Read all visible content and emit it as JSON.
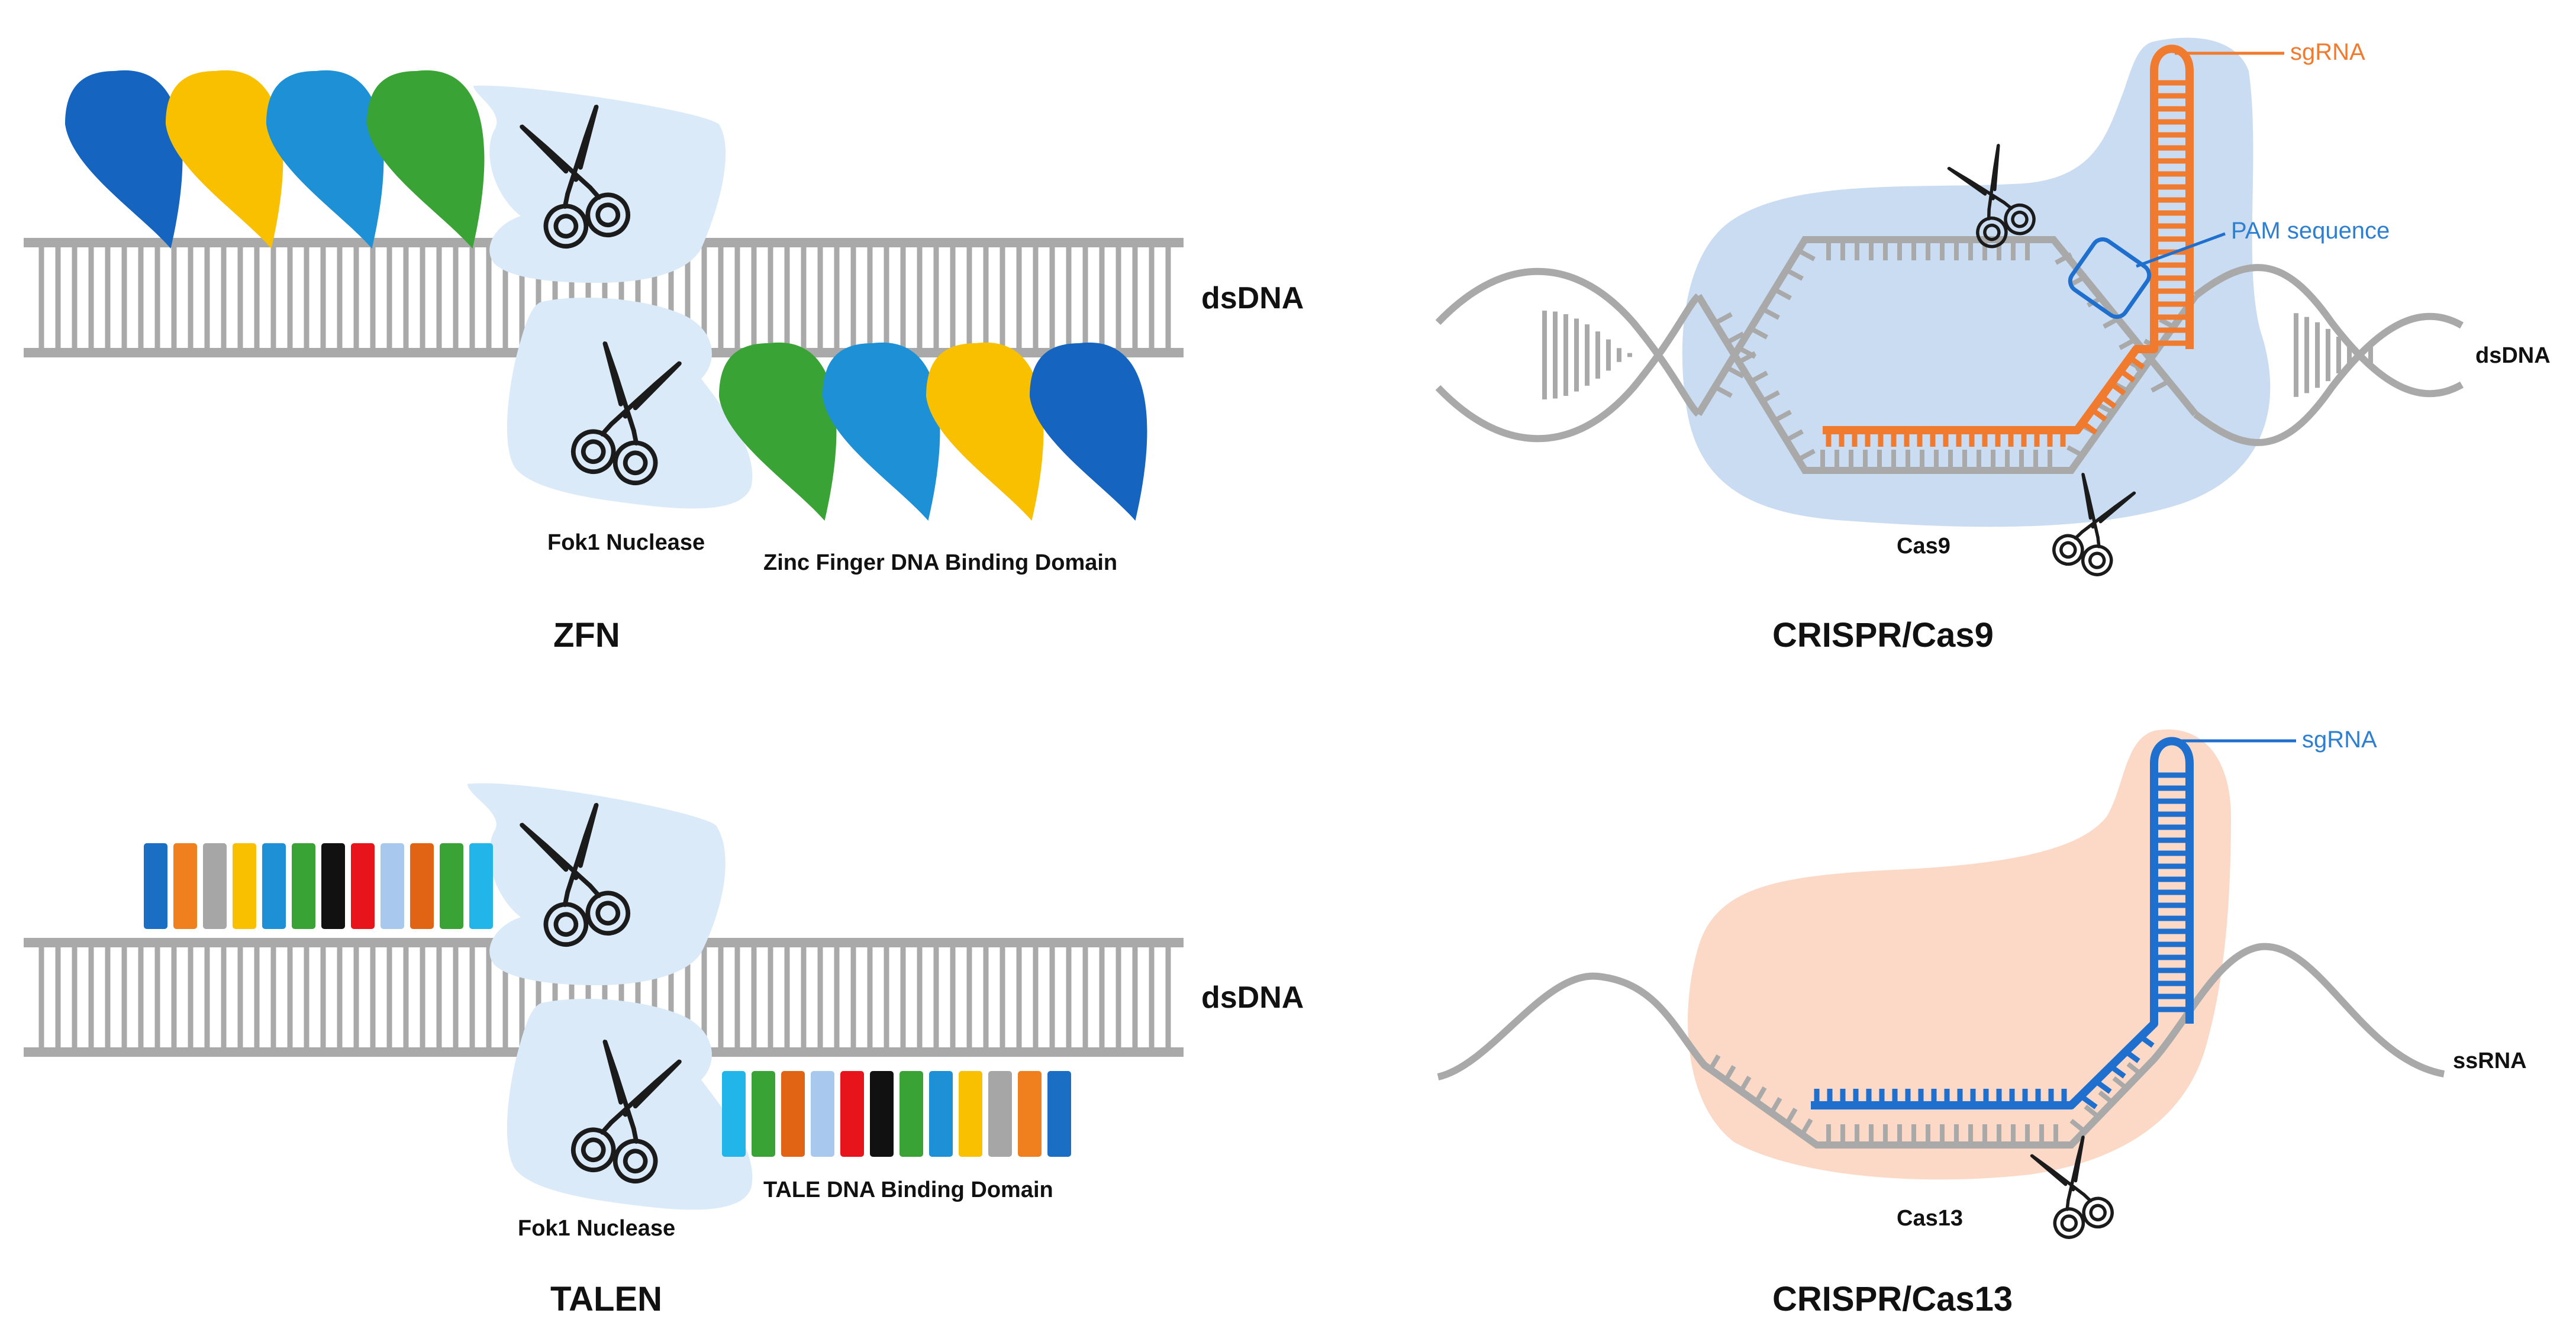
{
  "panels": {
    "zfn": {
      "title": "ZFN",
      "dna_label": "dsDNA",
      "nuclease_label": "Fok1 Nuclease",
      "binding_label": "Zinc Finger DNA Binding Domain",
      "finger_colors_top": [
        "#1565c0",
        "#f9c000",
        "#1e90d6",
        "#3aa335"
      ],
      "finger_colors_bottom": [
        "#3aa335",
        "#1e90d6",
        "#f9c000",
        "#1565c0"
      ]
    },
    "talen": {
      "title": "TALEN",
      "dna_label": "dsDNA",
      "nuclease_label": "Fok1 Nuclease",
      "binding_label": "TALE DNA Binding Domain",
      "tale_colors_top": [
        "#1a6fc4",
        "#f0801e",
        "#a6a6a6",
        "#f9c000",
        "#1e90d6",
        "#3aa335",
        "#111111",
        "#e8141b",
        "#a8c8ee",
        "#e06414",
        "#3aa335",
        "#21b5ea"
      ],
      "tale_colors_bottom": [
        "#21b5ea",
        "#3aa335",
        "#e06414",
        "#a8c8ee",
        "#e8141b",
        "#111111",
        "#3aa335",
        "#1e90d6",
        "#f9c000",
        "#a6a6a6",
        "#f0801e",
        "#1a6fc4"
      ]
    },
    "cas9": {
      "title": "CRISPR/Cas9",
      "dna_label": "dsDNA",
      "protein_label": "Cas9",
      "sgrna_label": "sgRNA",
      "pam_label": "PAM sequence"
    },
    "cas13": {
      "title": "CRISPR/Cas13",
      "rna_label": "ssRNA",
      "protein_label": "Cas13",
      "sgrna_label": "sgRNA"
    }
  },
  "colors": {
    "strand": "#a9a9a9",
    "nuclease_fill": "#daeaf8",
    "cas9_fill": "#c9dcf2",
    "cas13_fill": "#fbd9c6",
    "sgrna_orange": "#f07a2e",
    "sgrna_blue": "#1f6fcf"
  },
  "icons": [
    "scissors-icon"
  ]
}
